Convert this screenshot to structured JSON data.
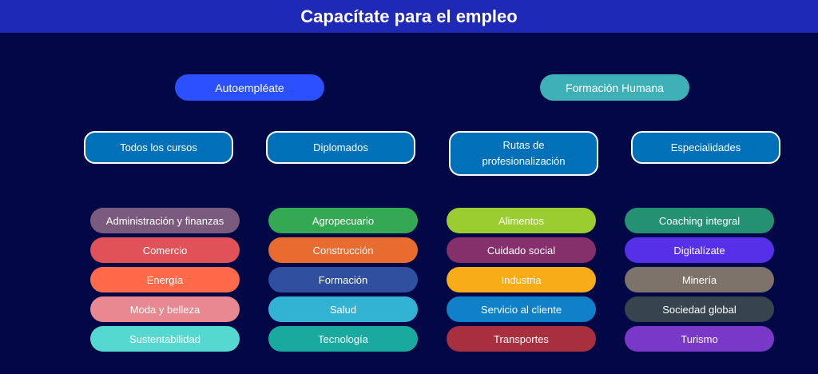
{
  "title": "Capacítate para el empleo",
  "groups": [
    {
      "label": "Autoempléate",
      "color": "#2a50ff"
    },
    {
      "label": "Formación Humana",
      "color": "#3fb0b5"
    }
  ],
  "categories": [
    "Todos los cursos",
    "Diplomados",
    "Rutas de profesionalización",
    "Especialidades"
  ],
  "columns": [
    [
      {
        "label": "Administración y finanzas",
        "color": "#7b5b7d"
      },
      {
        "label": "Comercio",
        "color": "#e05158"
      },
      {
        "label": "Energía",
        "color": "#ff6b4a"
      },
      {
        "label": "Moda y belleza",
        "color": "#e88890"
      },
      {
        "label": "Sustentabilidad",
        "color": "#55d8d0"
      }
    ],
    [
      {
        "label": "Agropecuario",
        "color": "#35a853"
      },
      {
        "label": "Construcción",
        "color": "#e86b30"
      },
      {
        "label": "Formación",
        "color": "#30509f"
      },
      {
        "label": "Salud",
        "color": "#33b3d3"
      },
      {
        "label": "Tecnología",
        "color": "#1aa99f"
      }
    ],
    [
      {
        "label": "Alimentos",
        "color": "#9bcc30"
      },
      {
        "label": "Cuidado social",
        "color": "#85306a"
      },
      {
        "label": "Industria",
        "color": "#f8ac18"
      },
      {
        "label": "Servicio al cliente",
        "color": "#1080c8"
      },
      {
        "label": "Transportes",
        "color": "#a8303e"
      }
    ],
    [
      {
        "label": "Coaching integral",
        "color": "#259173"
      },
      {
        "label": "Digitalízate",
        "color": "#5530e8"
      },
      {
        "label": "Minería",
        "color": "#7d736b"
      },
      {
        "label": "Sociedad global",
        "color": "#37444d"
      },
      {
        "label": "Turismo",
        "color": "#7a38c8"
      }
    ]
  ]
}
